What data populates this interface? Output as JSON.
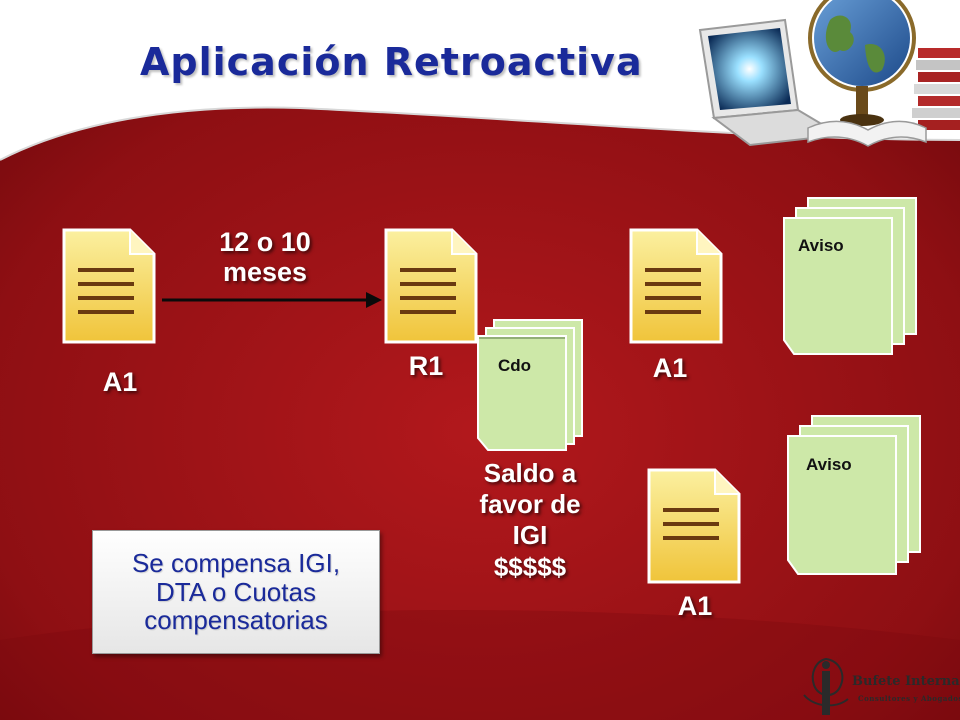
{
  "title": "Aplicación Retroactiva",
  "arrow_label": "12 o 10\nmeses",
  "documents": {
    "a1_left": "A1",
    "r1": "R1",
    "a1_middle": "A1",
    "a1_bottom": "A1"
  },
  "stacks": {
    "cdo": "Cdo",
    "aviso_top": "Aviso",
    "aviso_bottom": "Aviso"
  },
  "saldo_label": "Saldo a\nfavor de\nIGI\n$$$$$",
  "note": "Se compensa IGI,\nDTA o Cuotas\ncompensatorias",
  "logo": {
    "line1": "Bufete Internacional",
    "line2": "Consultores y Abogados"
  },
  "colors": {
    "background_red": "#9c1116",
    "title_blue": "#1a2a9a",
    "doc_yellow": "#f3dc54",
    "stack_green": "#cde8a8"
  }
}
